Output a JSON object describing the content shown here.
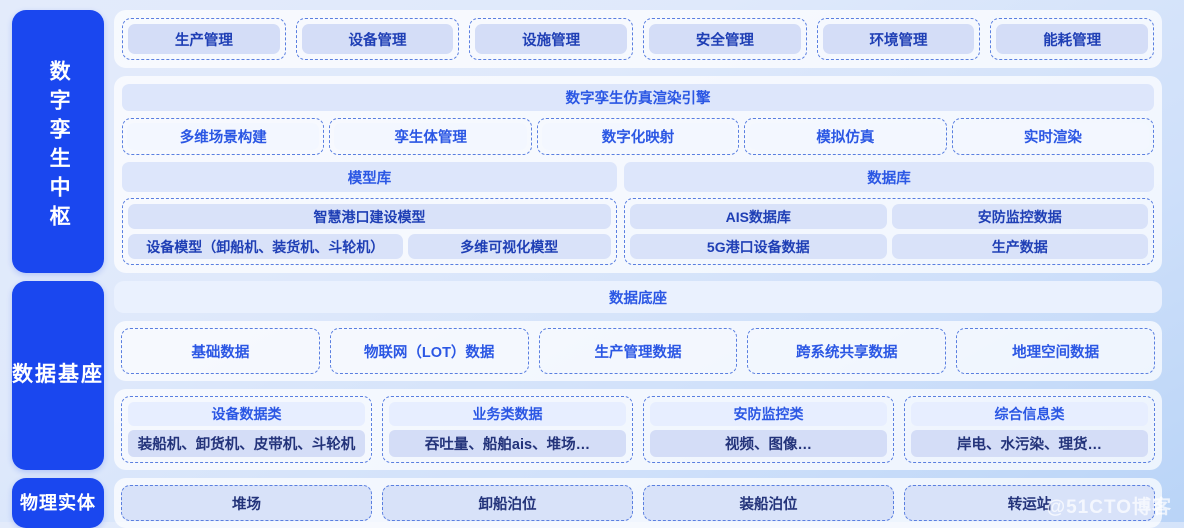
{
  "layers": {
    "twin_hub": {
      "badge": "数字孪生中枢",
      "applications": [
        "生产管理",
        "设备管理",
        "设施管理",
        "安全管理",
        "环境管理",
        "能耗管理"
      ],
      "engine": {
        "title": "数字孪生仿真渲染引擎",
        "modules": [
          "多维场景构建",
          "孪生体管理",
          "数字化映射",
          "模拟仿真",
          "实时渲染"
        ]
      },
      "libraries": [
        {
          "head": "模型库",
          "items": [
            "智慧港口建设模型"
          ],
          "split": [
            "设备模型（卸船机、装货机、斗轮机）",
            "多维可视化模型"
          ]
        },
        {
          "head": "数据库",
          "rows": [
            [
              "AIS数据库",
              "安防监控数据"
            ],
            [
              "5G港口设备数据",
              "生产数据"
            ]
          ]
        }
      ]
    },
    "data_base": {
      "badge": "数据基座",
      "title": "数据底座",
      "data_types": [
        "基础数据",
        "物联网（LOT）数据",
        "生产管理数据",
        "跨系统共享数据",
        "地理空间数据"
      ],
      "categories": [
        {
          "head": "设备数据类",
          "body": "装船机、卸货机、皮带机、斗轮机"
        },
        {
          "head": "业务类数据",
          "body": "吞吐量、船舶ais、堆场…"
        },
        {
          "head": "安防监控类",
          "body": "视频、图像…"
        },
        {
          "head": "综合信息类",
          "body": "岸电、水污染、理货…"
        }
      ]
    },
    "physical": {
      "badge": "物理实体",
      "entities": [
        "堆场",
        "卸船泊位",
        "装船泊位",
        "转运站"
      ]
    }
  },
  "watermark": "@51CTO博客",
  "colors": {
    "brand_blue": "#1a47ef",
    "text_blue": "#2b57e4",
    "chip_fill": "#d4ddf7",
    "dashed_border": "#5a7fe0"
  }
}
